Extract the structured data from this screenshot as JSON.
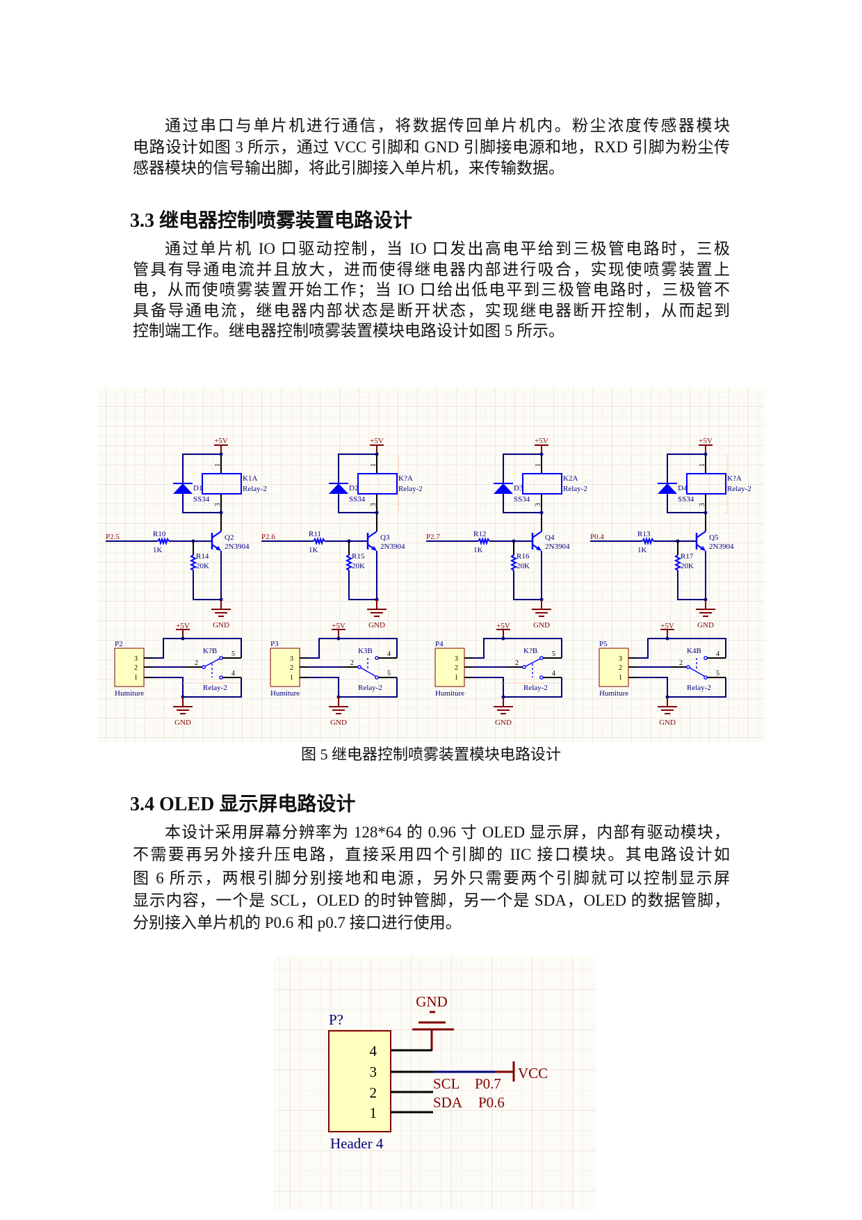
{
  "intro_paragraph": {
    "lines": [
      "通过串口与单片机进行通信，将数据传回单片机内。粉尘浓度传感器模块",
      "电路设计如图 3 所示，通过 VCC 引脚和 GND 引脚接电源和地，RXD 引脚为粉尘传",
      "感器模块的信号输出脚，将此引脚接入单片机，来传输数据。"
    ]
  },
  "section_3_3": {
    "heading": "3.3 继电器控制喷雾装置电路设计",
    "lines": [
      "通过单片机 IO 口驱动控制，当 IO 口发出高电平给到三极管电路时，三极",
      "管具有导通电流并且放大，进而使得继电器内部进行吸合，实现使喷雾装置上",
      "电，从而使喷雾装置开始工作；当 IO 口给出低电平到三极管电路时，三极管不",
      "具备导通电流，继电器内部状态是断开状态，实现继电器断开控制，从而起到",
      "控制端工作。继电器控制喷雾装置模块电路设计如图 5 所示。"
    ]
  },
  "figure5": {
    "caption": "图 5 继电器控制喷雾装置模块电路设计",
    "circuits": [
      {
        "power_label": "+5V",
        "ground_label": "GND",
        "coil": {
          "ref": "K1A",
          "value": "Relay-2",
          "pin_top": "1",
          "pin_bottom": "3"
        },
        "diode": {
          "ref": "D1",
          "value": "SS34"
        },
        "input_net": "P2.5",
        "base_resistor": {
          "ref": "R10",
          "value": "1K"
        },
        "pulldown_resistor": {
          "ref": "R14",
          "value": "20K"
        },
        "transistor": {
          "ref": "Q2",
          "value": "2N3904"
        },
        "output": {
          "power_label": "+5V",
          "ground_label": "GND",
          "header": {
            "ref": "P2",
            "value": "Humiture",
            "pins": [
              "3",
              "2",
              "1"
            ]
          },
          "contact": {
            "ref": "K?B",
            "value": "Relay-2",
            "common_pin": "2",
            "upper_pin": "5",
            "lower_pin": "4"
          }
        }
      },
      {
        "power_label": "+5V",
        "ground_label": "GND",
        "coil": {
          "ref": "K?A",
          "value": "Relay-2",
          "pin_top": "1",
          "pin_bottom": "3"
        },
        "diode": {
          "ref": "D2",
          "value": "SS34"
        },
        "input_net": "P2.6",
        "base_resistor": {
          "ref": "R11",
          "value": "1K"
        },
        "pulldown_resistor": {
          "ref": "R15",
          "value": "20K"
        },
        "transistor": {
          "ref": "Q3",
          "value": "2N3904"
        },
        "output": {
          "power_label": "+5V",
          "ground_label": "GND",
          "header": {
            "ref": "P3",
            "value": "Humiture",
            "pins": [
              "3",
              "2",
              "1"
            ]
          },
          "contact": {
            "ref": "K3B",
            "value": "Relay-2",
            "common_pin": "2",
            "upper_pin": "4",
            "lower_pin": "5"
          }
        }
      },
      {
        "power_label": "+5V",
        "ground_label": "GND",
        "coil": {
          "ref": "K2A",
          "value": "Relay-2",
          "pin_top": "1",
          "pin_bottom": "3"
        },
        "diode": {
          "ref": "D3",
          "value": "SS34"
        },
        "input_net": "P2.7",
        "base_resistor": {
          "ref": "R12",
          "value": "1K"
        },
        "pulldown_resistor": {
          "ref": "R16",
          "value": "20K"
        },
        "transistor": {
          "ref": "Q4",
          "value": "2N3904"
        },
        "output": {
          "power_label": "+5V",
          "ground_label": "GND",
          "header": {
            "ref": "P4",
            "value": "Humiture",
            "pins": [
              "3",
              "2",
              "1"
            ]
          },
          "contact": {
            "ref": "K?B",
            "value": "Relay-2",
            "common_pin": "2",
            "upper_pin": "5",
            "lower_pin": "4"
          }
        }
      },
      {
        "power_label": "+5V",
        "ground_label": "GND",
        "coil": {
          "ref": "K?A",
          "value": "Relay-2",
          "pin_top": "1",
          "pin_bottom": "3"
        },
        "diode": {
          "ref": "D4",
          "value": "SS34"
        },
        "input_net": "P0.4",
        "base_resistor": {
          "ref": "R13",
          "value": "1K"
        },
        "pulldown_resistor": {
          "ref": "R17",
          "value": "20K"
        },
        "transistor": {
          "ref": "Q5",
          "value": "2N3904"
        },
        "output": {
          "power_label": "+5V",
          "ground_label": "GND",
          "header": {
            "ref": "P5",
            "value": "Humiture",
            "pins": [
              "3",
              "2",
              "1"
            ]
          },
          "contact": {
            "ref": "K4B",
            "value": "Relay-2",
            "common_pin": "2",
            "upper_pin": "4",
            "lower_pin": "5"
          }
        }
      }
    ]
  },
  "section_3_4": {
    "heading": "3.4 OLED 显示屏电路设计",
    "lines": [
      "本设计采用屏幕分辨率为 128*64 的 0.96 寸 OLED 显示屏，内部有驱动模块，",
      "不需要再另外接升压电路，直接采用四个引脚的 IIC 接口模块。其电路设计如",
      "图 6 所示，两根引脚分别接地和电源，另外只需要两个引脚就可以控制显示屏",
      "显示内容，一个是 SCL，OLED 的时钟管脚，另一个是 SDA，OLED 的数据管脚，",
      "分别接入单片机的 P0.6 和 p0.7 接口进行使用。"
    ]
  },
  "figure6": {
    "ground_label": "GND",
    "power_label": "VCC",
    "header": {
      "ref": "P?",
      "value": "Header 4",
      "pins": [
        "4",
        "3",
        "2",
        "1"
      ]
    },
    "signals": [
      {
        "name": "SCL",
        "net": "P0.7"
      },
      {
        "name": "SDA",
        "net": "P0.6"
      }
    ]
  },
  "colors": {
    "net_label": "#800000",
    "wire": "#000080",
    "component": "#0000ff",
    "pin": "#000000",
    "header_fill": "#ffffc0",
    "grid_bg": "#fdfbf6",
    "marker": "#ff7f3f"
  }
}
